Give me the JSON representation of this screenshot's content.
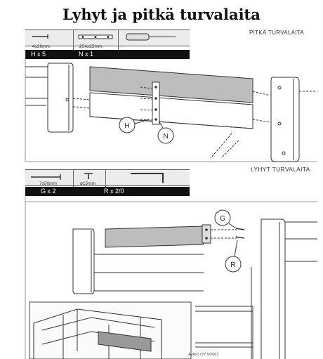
{
  "title": "Lyhyt ja pitkä turvalaita",
  "step1": {
    "heading": "PITKÄ TURVALAITA",
    "parts": [
      {
        "size": "4x20mm",
        "code": "H x 5"
      },
      {
        "size": "254x25mm",
        "code": "N x 1"
      }
    ],
    "callouts": [
      "H",
      "N"
    ]
  },
  "step2": {
    "heading": "LYHYT TURVALAITA",
    "parts": [
      {
        "size": "7x50mm",
        "code": "G x 2"
      },
      {
        "size": "ø15mm",
        "code": "R x 2/0"
      }
    ],
    "callouts": [
      "G",
      "R"
    ]
  },
  "footer": "AVAID OY 5/2001"
}
